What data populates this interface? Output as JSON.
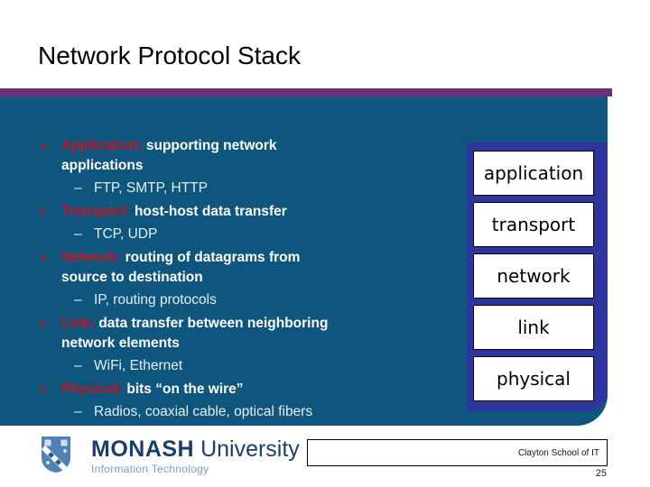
{
  "colors": {
    "panel-blue": "#0F567E",
    "bar-purple": "#6B3077",
    "stack-indigo": "#2F359E",
    "accent-red": "#C01525",
    "body-white": "#FFFFFF",
    "sub-white": "#E4EEF1",
    "logo-navy": "#1B3E6F",
    "logo-lightblue": "#6FA0CF",
    "logo-shield-blue": "#4F81B4"
  },
  "title": "Network Protocol Stack",
  "markers": {
    "bullet": "•",
    "dash": "–"
  },
  "bullets": [
    {
      "term": "Application:",
      "desc": "supporting network applications",
      "sub": "FTP, SMTP, HTTP"
    },
    {
      "term": "Transport:",
      "desc": "host-host data transfer",
      "sub": "TCP, UDP"
    },
    {
      "term": "Network:",
      "desc": "routing of datagrams from source to destination",
      "sub": "IP, routing protocols"
    },
    {
      "term": "Link:",
      "desc": "data transfer between neighboring  network elements",
      "sub": "WiFi, Ethernet"
    },
    {
      "term": "Physical:",
      "desc": "bits “on the wire”",
      "sub": "Radios, coaxial cable, optical fibers"
    }
  ],
  "protocol_stack": [
    "application",
    "transport",
    "network",
    "link",
    "physical"
  ],
  "footer": {
    "logo_primary": "MONASH",
    "logo_secondary": "University",
    "logo_subtitle": "Information Technology",
    "school": "Clayton School of IT",
    "page_number": "25"
  }
}
